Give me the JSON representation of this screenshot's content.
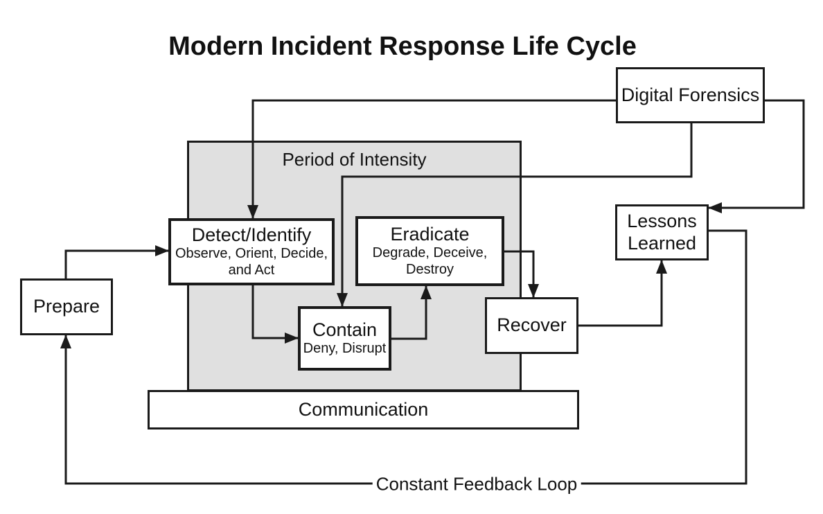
{
  "title": "Modern Incident Response Life Cycle",
  "period": {
    "label": "Period of Intensity"
  },
  "nodes": {
    "prepare": {
      "label": "Prepare"
    },
    "detect": {
      "label": "Detect/Identify",
      "sublabel": "Observe, Orient, Decide, and Act"
    },
    "eradicate": {
      "label": "Eradicate",
      "sublabel": "Degrade, Deceive, Destroy"
    },
    "contain": {
      "label": "Contain",
      "sublabel": "Deny, Disrupt"
    },
    "recover": {
      "label": "Recover"
    },
    "lessons_learned": {
      "label": "Lessons Learned"
    },
    "digital_forensics": {
      "label": "Digital Forensics"
    },
    "communication": {
      "label": "Communication"
    }
  },
  "feedback_loop": {
    "label": "Constant Feedback Loop"
  },
  "colors": {
    "line": "#1a1a1a",
    "period_fill": "#e0e0e0",
    "box_fill": "#ffffff",
    "background": "#ffffff"
  }
}
